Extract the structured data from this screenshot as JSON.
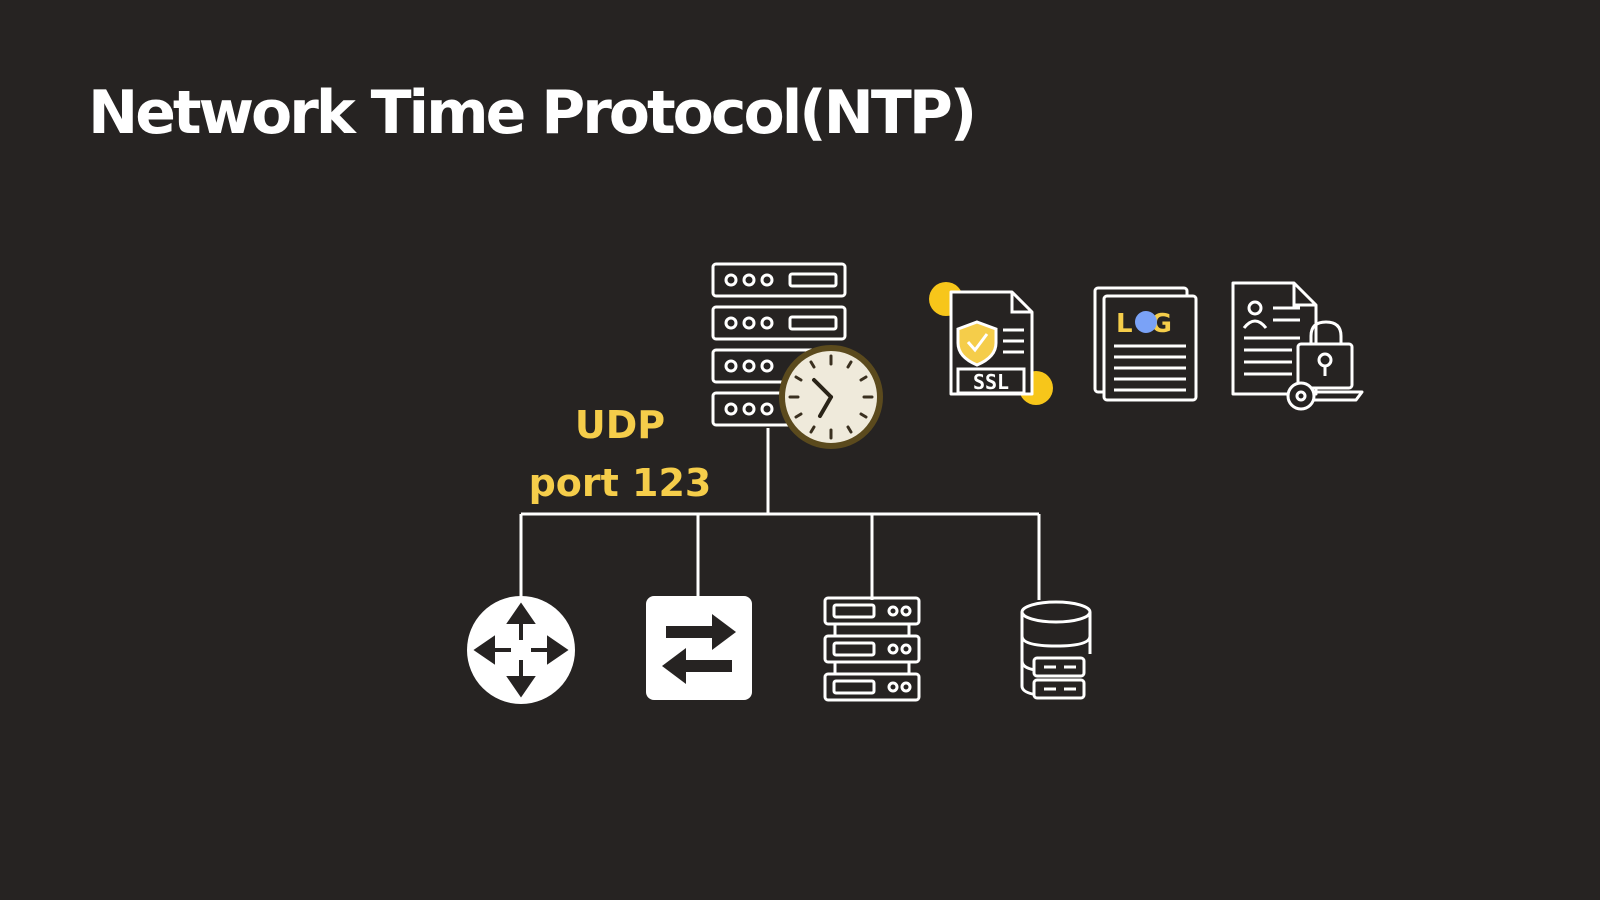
{
  "slide": {
    "title": "Network Time Protocol(NTP)"
  },
  "diagram": {
    "protocol_label": "UDP",
    "port_label": "port 123",
    "log_icon_text": "L  G",
    "ssl_icon_text": "SSL"
  },
  "colors": {
    "background": "#262322",
    "foreground": "#ffffff",
    "accent_yellow": "#f5cd4a",
    "dot_yellow": "#f7c61a",
    "clock_face": "#efeadb",
    "clock_rim": "#5b4a1d",
    "log_dot_blue": "#7aa2f7"
  },
  "icons": {
    "ntp_server": "server-rack-icon",
    "clock": "clock-icon",
    "ssl": "ssl-certificate-icon",
    "log": "log-file-icon",
    "secure_doc": "secure-document-icon",
    "router": "router-icon",
    "switch": "network-switch-icon",
    "server": "server-icon",
    "database": "database-server-icon"
  }
}
